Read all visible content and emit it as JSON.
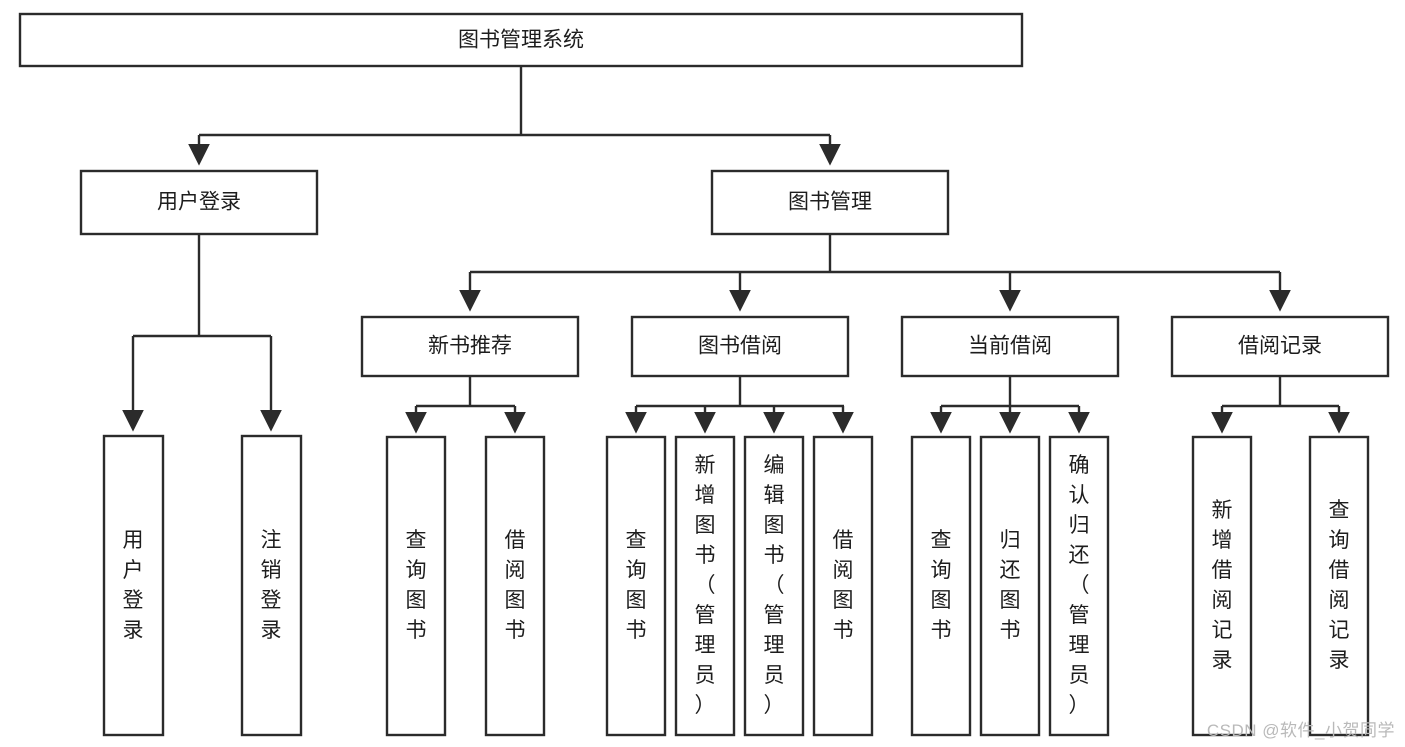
{
  "diagram": {
    "type": "tree-hierarchy",
    "title": "图书管理系统",
    "watermark": "CSDN @软件_小贺同学",
    "colors": {
      "stroke": "#2b2b2b",
      "fill": "#ffffff",
      "text": "#1d1d1d",
      "watermark": "#b9b9b9",
      "background": "#ffffff"
    },
    "nodes": {
      "root": {
        "label": "图书管理系统",
        "orientation": "horizontal"
      },
      "level2": [
        {
          "id": "user-login",
          "label": "用户登录",
          "orientation": "horizontal"
        },
        {
          "id": "book-manage",
          "label": "图书管理",
          "orientation": "horizontal"
        }
      ],
      "level3": [
        {
          "id": "new-book-recommend",
          "label": "新书推荐",
          "orientation": "horizontal"
        },
        {
          "id": "book-borrow",
          "label": "图书借阅",
          "orientation": "horizontal"
        },
        {
          "id": "current-borrow",
          "label": "当前借阅",
          "orientation": "horizontal"
        },
        {
          "id": "borrow-record",
          "label": "借阅记录",
          "orientation": "horizontal"
        }
      ],
      "leaves": [
        {
          "id": "leaf-user-login",
          "label": "用户登录",
          "orientation": "vertical",
          "parent": "user-login"
        },
        {
          "id": "leaf-user-logout",
          "label": "注销登录",
          "orientation": "vertical",
          "parent": "user-login"
        },
        {
          "id": "leaf-query-book-1",
          "label": "查询图书",
          "orientation": "vertical",
          "parent": "new-book-recommend"
        },
        {
          "id": "leaf-borrow-book-1",
          "label": "借阅图书",
          "orientation": "vertical",
          "parent": "new-book-recommend"
        },
        {
          "id": "leaf-query-book-2",
          "label": "查询图书",
          "orientation": "vertical",
          "parent": "book-borrow"
        },
        {
          "id": "leaf-add-book",
          "label": "新增图书（管理员）",
          "orientation": "vertical",
          "parent": "book-borrow"
        },
        {
          "id": "leaf-edit-book",
          "label": "编辑图书（管理员）",
          "orientation": "vertical",
          "parent": "book-borrow"
        },
        {
          "id": "leaf-borrow-book-2",
          "label": "借阅图书",
          "orientation": "vertical",
          "parent": "book-borrow"
        },
        {
          "id": "leaf-query-book-3",
          "label": "查询图书",
          "orientation": "vertical",
          "parent": "current-borrow"
        },
        {
          "id": "leaf-return-book",
          "label": "归还图书",
          "orientation": "vertical",
          "parent": "current-borrow"
        },
        {
          "id": "leaf-confirm-return",
          "label": "确认归还（管理员）",
          "orientation": "vertical",
          "parent": "current-borrow"
        },
        {
          "id": "leaf-add-record",
          "label": "新增借阅记录",
          "orientation": "vertical",
          "parent": "borrow-record"
        },
        {
          "id": "leaf-query-record",
          "label": "查询借阅记录",
          "orientation": "vertical",
          "parent": "borrow-record"
        }
      ]
    }
  }
}
